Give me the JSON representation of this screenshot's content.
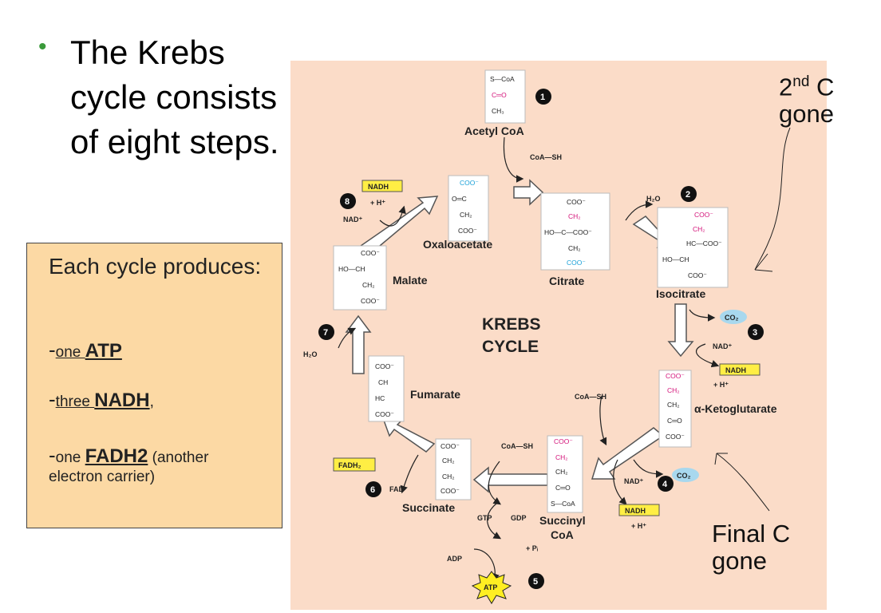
{
  "slide": {
    "bullet": "The Krebs cycle consists of eight steps.",
    "produces_title": "Each cycle produces:",
    "items": [
      {
        "dash": "-",
        "prefix": "one ",
        "value": "ATP",
        "suffix": ""
      },
      {
        "dash": "-",
        "prefix": "three ",
        "value": "NADH",
        "suffix": ","
      },
      {
        "dash": "-",
        "prefix": "one ",
        "value": "FADH2",
        "suffix": " (another"
      }
    ],
    "item3_continued": "electron carrier)"
  },
  "annotations": {
    "second_c": {
      "num": "2",
      "sup": "nd",
      "rest": " C",
      "line2": "gone"
    },
    "final_c": {
      "line1": "Final C",
      "line2": "gone"
    }
  },
  "diagram": {
    "center_title": [
      "KREBS",
      "CYCLE"
    ],
    "compounds": {
      "acetyl_coa": {
        "label": "Acetyl CoA",
        "lines": [
          "S—CoA",
          "C═O",
          "CH₃"
        ]
      },
      "citrate": {
        "label": "Citrate",
        "lines": [
          "COO⁻",
          "CH₂",
          "HO—C—COO⁻",
          "CH₂",
          "COO⁻"
        ]
      },
      "isocitrate": {
        "label": "Isocitrate",
        "lines": [
          "COO⁻",
          "CH₂",
          "HC—COO⁻",
          "HO—CH",
          "COO⁻"
        ]
      },
      "ketoglutarate": {
        "label": "α-Ketoglutarate",
        "lines": [
          "COO⁻",
          "CH₂",
          "CH₂",
          "C═O",
          "COO⁻"
        ]
      },
      "succinyl_coa": {
        "label": "Succinyl CoA",
        "label_lines": [
          "Succinyl",
          "CoA"
        ],
        "lines": [
          "COO⁻",
          "CH₂",
          "CH₂",
          "C═O",
          "S—CoA"
        ]
      },
      "succinate": {
        "label": "Succinate",
        "lines": [
          "COO⁻",
          "CH₂",
          "CH₂",
          "COO⁻"
        ]
      },
      "fumarate": {
        "label": "Fumarate",
        "lines": [
          "COO⁻",
          "CH",
          "HC",
          "COO⁻"
        ]
      },
      "malate": {
        "label": "Malate",
        "lines": [
          "COO⁻",
          "HO—CH",
          "CH₂",
          "COO⁻"
        ]
      },
      "oxaloacetate": {
        "label": "Oxaloacetate",
        "lines": [
          "COO⁻",
          "O═C",
          "CH₂",
          "COO⁻"
        ]
      }
    },
    "steps": [
      "1",
      "2",
      "3",
      "4",
      "5",
      "6",
      "7",
      "8"
    ],
    "molecules": {
      "coash": "CoA—SH",
      "h2o": "H₂O",
      "co2": "CO₂",
      "nad": "NAD⁺",
      "nadh": "NADH",
      "hplus": "+ H⁺",
      "fad": "FAD",
      "fadh2": "FADH₂",
      "gtp": "GTP",
      "gdp": "GDP",
      "adp": "ADP",
      "atp": "ATP",
      "pi": "+ Pᵢ"
    },
    "colors": {
      "background": "#fbdcc8",
      "nadh_box": "#ffee44",
      "co2_ellipse": "#a8d8ee",
      "magenta": "#d4147a",
      "cyan": "#1aa0d8"
    }
  }
}
